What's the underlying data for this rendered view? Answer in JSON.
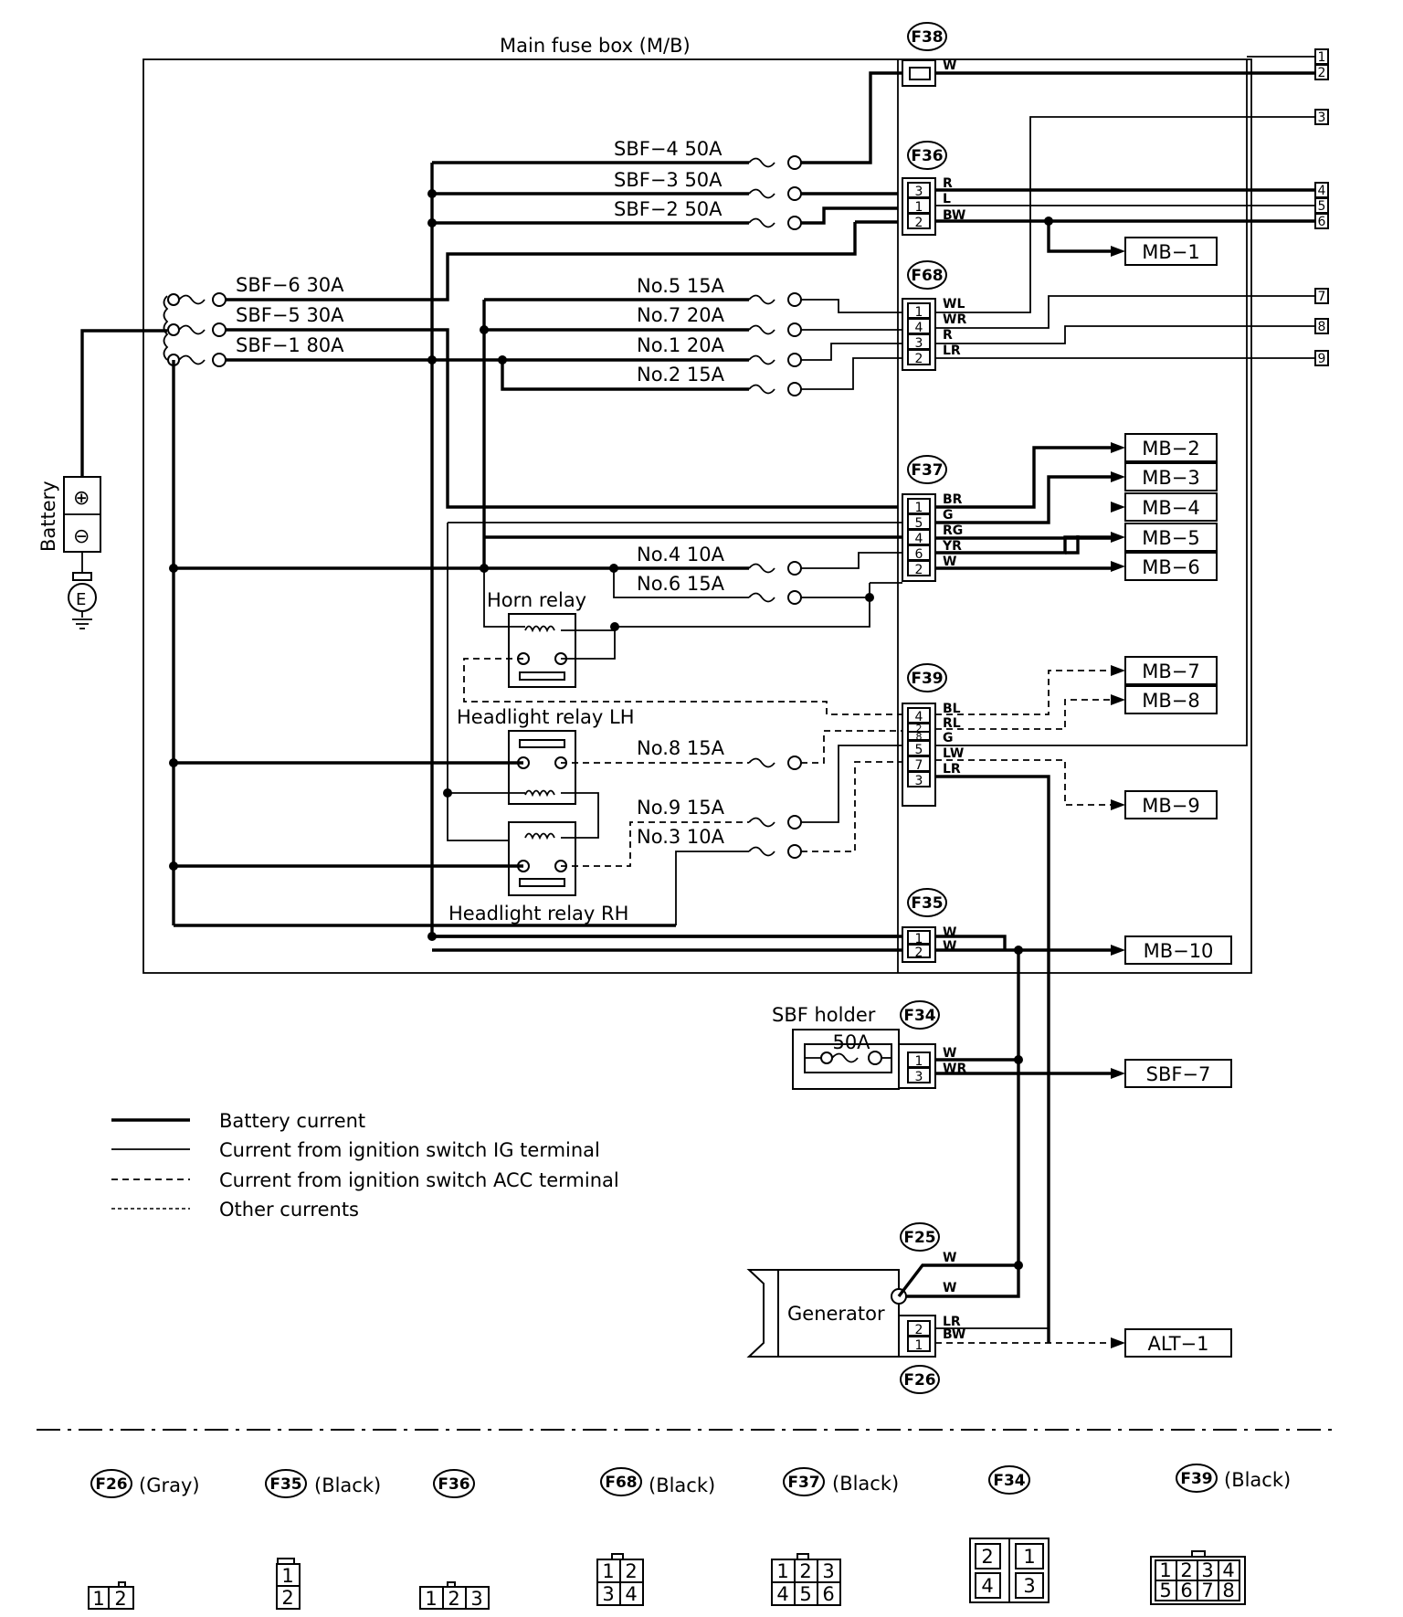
{
  "fuse_box": {
    "title": "Main fuse box (M/B)"
  },
  "battery": {
    "label": "Battery",
    "plus": "⊕",
    "minus": "⊖",
    "ground": "E"
  },
  "slow_blow_fuses": [
    {
      "id": "sbf4",
      "label": "SBF−4 50A"
    },
    {
      "id": "sbf3",
      "label": "SBF−3 50A"
    },
    {
      "id": "sbf2",
      "label": "SBF−2 50A"
    },
    {
      "id": "sbf6",
      "label": "SBF−6 30A"
    },
    {
      "id": "sbf5",
      "label": "SBF−5 30A"
    },
    {
      "id": "sbf1",
      "label": "SBF−1 80A"
    }
  ],
  "fuses": [
    {
      "id": "no5",
      "label": "No.5 15A"
    },
    {
      "id": "no7",
      "label": "No.7 20A"
    },
    {
      "id": "no1",
      "label": "No.1 20A"
    },
    {
      "id": "no2",
      "label": "No.2 15A"
    },
    {
      "id": "no4",
      "label": "No.4 10A"
    },
    {
      "id": "no6",
      "label": "No.6 15A"
    },
    {
      "id": "no8",
      "label": "No.8 15A"
    },
    {
      "id": "no9",
      "label": "No.9 15A"
    },
    {
      "id": "no3",
      "label": "No.3 10A"
    }
  ],
  "relays": {
    "horn": "Horn relay",
    "headlight_lh": "Headlight relay LH",
    "headlight_rh": "Headlight relay RH"
  },
  "connectors": {
    "f38": {
      "ref": "F38",
      "wires": [
        "W"
      ]
    },
    "f36": {
      "ref": "F36",
      "pins": [
        "3",
        "1",
        "2"
      ],
      "wires": [
        "R",
        "L",
        "BW"
      ]
    },
    "f68": {
      "ref": "F68",
      "pins": [
        "1",
        "4",
        "3",
        "2"
      ],
      "wires": [
        "WL",
        "WR",
        "R",
        "LR"
      ]
    },
    "f37": {
      "ref": "F37",
      "pins": [
        "1",
        "5",
        "4",
        "6",
        "2"
      ],
      "wires": [
        "BR",
        "G",
        "RG",
        "YR",
        "W"
      ]
    },
    "f39": {
      "ref": "F39",
      "pins": [
        "4",
        "2",
        "8",
        "5",
        "7",
        "3"
      ],
      "wires": [
        "BL",
        "RL",
        "G",
        "LW",
        "LR"
      ]
    },
    "f35": {
      "ref": "F35",
      "pins": [
        "1",
        "2"
      ],
      "wires": [
        "W",
        "W"
      ]
    },
    "f34": {
      "ref": "F34",
      "pins": [
        "1",
        "3"
      ],
      "wires": [
        "W",
        "WR"
      ]
    },
    "f25": {
      "ref": "F25",
      "wires": [
        "W",
        "W"
      ]
    },
    "f26": {
      "ref": "F26",
      "pins": [
        "2",
        "1"
      ],
      "wires": [
        "LR",
        "BW"
      ]
    }
  },
  "sbf_holder": {
    "label": "SBF holder",
    "rating": "50A"
  },
  "generator": {
    "label": "Generator"
  },
  "right_terminals": [
    "1",
    "2",
    "3",
    "4",
    "5",
    "6",
    "7",
    "8",
    "9"
  ],
  "outputs": [
    "MB−1",
    "MB−2",
    "MB−3",
    "MB−4",
    "MB−5",
    "MB−6",
    "MB−7",
    "MB−8",
    "MB−9",
    "MB−10",
    "SBF−7",
    "ALT−1"
  ],
  "legend": [
    {
      "style": "thick",
      "text": "Battery current"
    },
    {
      "style": "thin",
      "text": "Current from ignition switch IG terminal"
    },
    {
      "style": "dash",
      "text": "Current from ignition switch ACC terminal"
    },
    {
      "style": "dot",
      "text": "Other currents"
    }
  ],
  "connector_views": [
    {
      "ref": "F26",
      "color": "(Gray)",
      "cells": [
        [
          "1",
          "2"
        ]
      ]
    },
    {
      "ref": "F35",
      "color": "(Black)",
      "cells": [
        [
          "1"
        ],
        [
          "2"
        ]
      ]
    },
    {
      "ref": "F36",
      "color": "",
      "cells": [
        [
          "1",
          "2",
          "3"
        ]
      ]
    },
    {
      "ref": "F68",
      "color": "(Black)",
      "cells": [
        [
          "1",
          "2"
        ],
        [
          "3",
          "4"
        ]
      ]
    },
    {
      "ref": "F37",
      "color": "(Black)",
      "cells": [
        [
          "1",
          "2",
          "3"
        ],
        [
          "4",
          "5",
          "6"
        ]
      ]
    },
    {
      "ref": "F34",
      "color": "",
      "cells": [
        [
          "2",
          "1"
        ],
        [
          "4",
          "3"
        ]
      ]
    },
    {
      "ref": "F39",
      "color": "(Black)",
      "cells": [
        [
          "1",
          "2",
          "3",
          "4"
        ],
        [
          "5",
          "6",
          "7",
          "8"
        ]
      ]
    }
  ]
}
